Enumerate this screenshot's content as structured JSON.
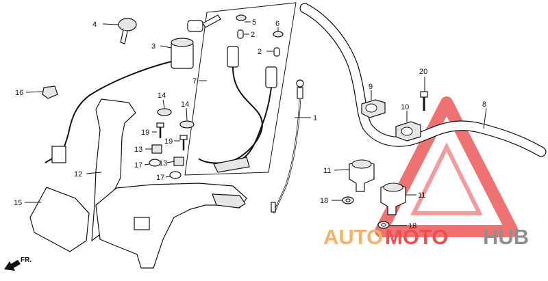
{
  "callouts": [
    {
      "id": "c4",
      "text": "4"
    },
    {
      "id": "c5",
      "text": "5"
    },
    {
      "id": "c2a",
      "text": "2"
    },
    {
      "id": "c6",
      "text": "6"
    },
    {
      "id": "c2b",
      "text": "2"
    },
    {
      "id": "c3",
      "text": "3"
    },
    {
      "id": "c7",
      "text": "7"
    },
    {
      "id": "c16",
      "text": "16"
    },
    {
      "id": "c14a",
      "text": "14"
    },
    {
      "id": "c14b",
      "text": "14"
    },
    {
      "id": "c19a",
      "text": "19"
    },
    {
      "id": "c19b",
      "text": "19"
    },
    {
      "id": "c13a",
      "text": "13"
    },
    {
      "id": "c13b",
      "text": "13"
    },
    {
      "id": "c17a",
      "text": "17"
    },
    {
      "id": "c17b",
      "text": "17"
    },
    {
      "id": "c12",
      "text": "12"
    },
    {
      "id": "c15",
      "text": "15"
    },
    {
      "id": "c1",
      "text": "1"
    },
    {
      "id": "c9",
      "text": "9"
    },
    {
      "id": "c20",
      "text": "20"
    },
    {
      "id": "c10",
      "text": "10"
    },
    {
      "id": "c8",
      "text": "8"
    },
    {
      "id": "c11a",
      "text": "11"
    },
    {
      "id": "c11b",
      "text": "11"
    },
    {
      "id": "c18a",
      "text": "18"
    },
    {
      "id": "c18b",
      "text": "18"
    }
  ],
  "direction": {
    "label": "FR.",
    "icon": "front-arrow-icon"
  },
  "watermark": {
    "part1": "AUTO",
    "part2": "MOTO",
    "part3": "HUB",
    "color_orange": "#f2b26b",
    "color_red": "#ec4f4f",
    "color_grey": "#8f8f8f"
  }
}
